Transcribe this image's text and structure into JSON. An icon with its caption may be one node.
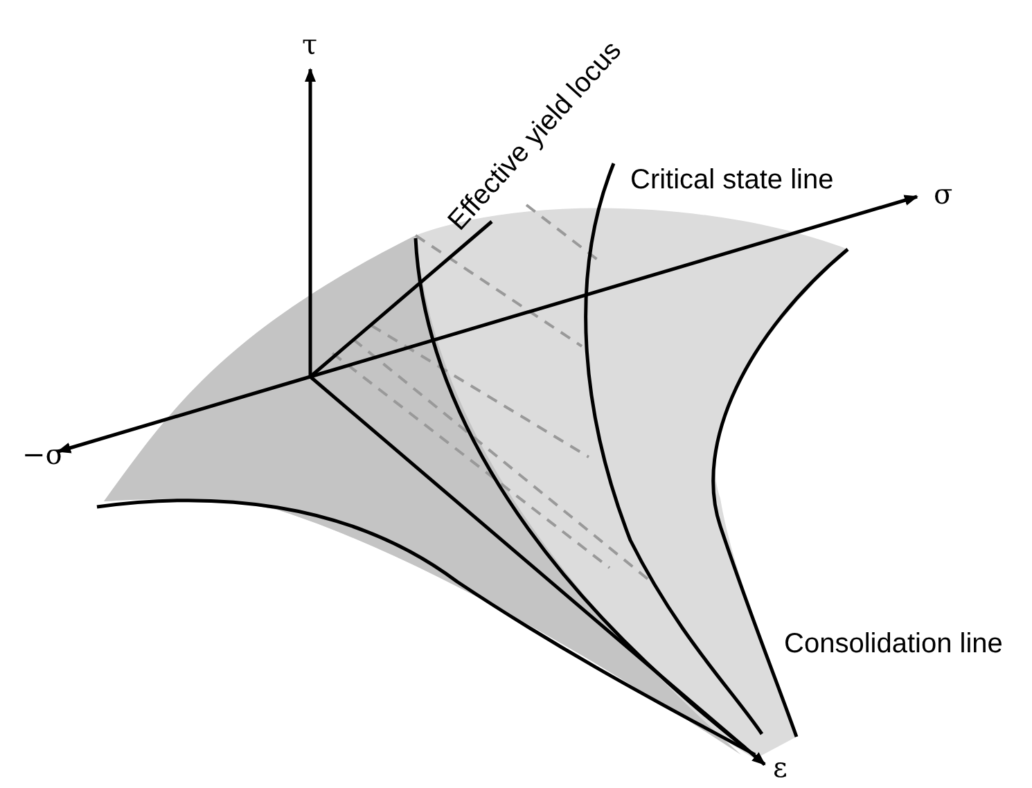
{
  "diagram": {
    "labels": [
      "τ",
      "Effective yield locus",
      "Critical state line",
      "σ",
      "−σ",
      "Consolidation line",
      "ε"
    ]
  }
}
